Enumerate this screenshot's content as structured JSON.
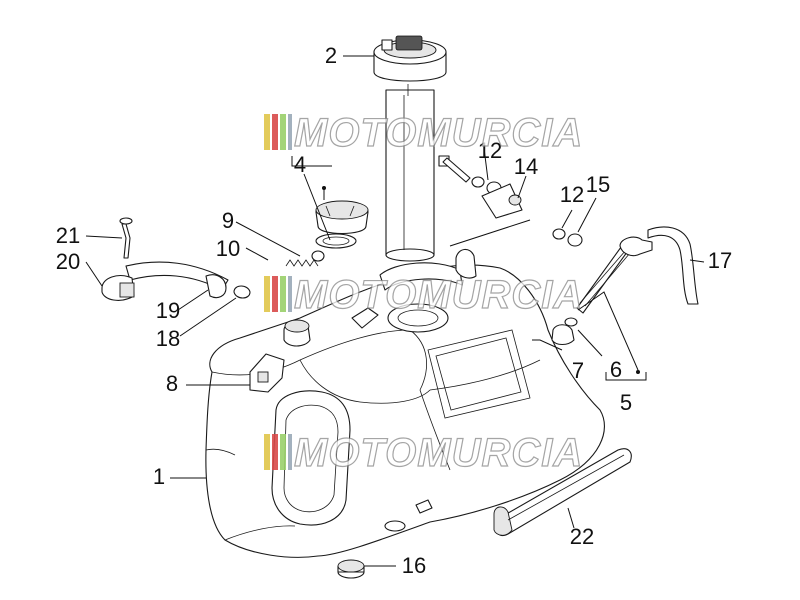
{
  "watermark": {
    "text": "MOTOMURCIA",
    "stripe_colors": [
      "#e1c64a",
      "#d94a4a",
      "#9ad06a",
      "#9aa9b8"
    ]
  },
  "callouts": [
    {
      "id": "1",
      "text": "1"
    },
    {
      "id": "2",
      "text": "2"
    },
    {
      "id": "4",
      "text": "4"
    },
    {
      "id": "5",
      "text": "5"
    },
    {
      "id": "6",
      "text": "6"
    },
    {
      "id": "7",
      "text": "7"
    },
    {
      "id": "8",
      "text": "8"
    },
    {
      "id": "9",
      "text": "9"
    },
    {
      "id": "10",
      "text": "10"
    },
    {
      "id": "12a",
      "text": "12"
    },
    {
      "id": "12b",
      "text": "12"
    },
    {
      "id": "14",
      "text": "14"
    },
    {
      "id": "15",
      "text": "15"
    },
    {
      "id": "16",
      "text": "16"
    },
    {
      "id": "17",
      "text": "17"
    },
    {
      "id": "18",
      "text": "18"
    },
    {
      "id": "19",
      "text": "19"
    },
    {
      "id": "20",
      "text": "20"
    },
    {
      "id": "21",
      "text": "21"
    },
    {
      "id": "22",
      "text": "22"
    }
  ]
}
